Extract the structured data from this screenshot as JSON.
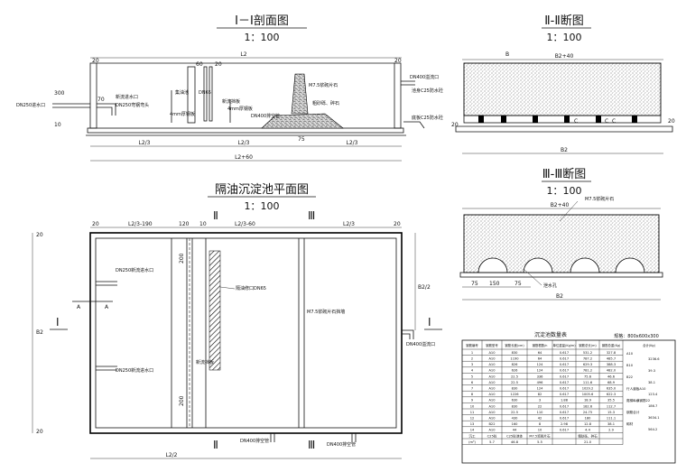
{
  "titles": {
    "sec1": "Ⅰ－Ⅰ剖面图",
    "sec1_scale": "1：100",
    "sec2": "Ⅱ-Ⅱ断图",
    "sec2_scale": "1：100",
    "plan": "隔油沉淀池平面图",
    "plan_scale": "1：100",
    "sec3": "Ⅲ-Ⅲ断图",
    "sec3_scale": "1：100"
  },
  "section1": {
    "inlet_left": "DN250进水口",
    "new_inlet": "新流进水口",
    "elbow": "DN250弯钢弯头",
    "collect_pool": "集油池",
    "steel_plate1": "4mm厚钢板",
    "new_baffle": "新流挡板",
    "steel_plate2": "4mm厚钢板",
    "drain": "DN400排空管",
    "masonry": "M7.5浆砌片石",
    "gravel": "粗砂砾、碎石",
    "overflow": "DN400溢流口",
    "c25_concrete1": "池身C25防水砼",
    "c25_concrete2": "底板C25防水砼",
    "dim_top": "L2",
    "dim_l2_3": "L2/3",
    "dim_l2_3b": "L2/3",
    "dim_l2_3c": "L2/3",
    "dim_total": "L2+60",
    "dim_20a": "20",
    "dim_20b": "20",
    "dim_60": "60",
    "dim_20c": "20",
    "dim_20d": "20",
    "dim_70": "70",
    "dim_75": "75",
    "dim_300": "300",
    "dim_10": "10",
    "dim_dn65": "DN65"
  },
  "section2": {
    "dim_top": "B2+40",
    "dim_bottom": "B2",
    "label_b": "B",
    "label_c1": "C",
    "label_c2": "C",
    "label_c3": "C",
    "dim_20a": "20",
    "dim_20b": "20"
  },
  "plan": {
    "dims_top": [
      "20",
      "L2/3-190",
      "120",
      "10",
      "L2/3-60",
      "L2/3",
      "20"
    ],
    "marker_ii": "Ⅱ",
    "marker_iii": "Ⅲ",
    "marker_i": "Ⅰ",
    "inlet_a": "A",
    "inlet1": "DN250新流进水口",
    "inlet2": "DN250新流进水口",
    "oil_outlet": "隔油修口DN65",
    "masonry_wall": "M7.5浆砌片石挡墙",
    "new_baffle": "新流挡板",
    "overflow": "DN400溢流口",
    "drain1": "DN400排空管",
    "drain2": "DN400排空管",
    "dim_bottom": "L2/2",
    "dim_right": "B2/2",
    "dim_left": "B2",
    "dim_200a": "200",
    "dim_200b": "200",
    "dim_20a": "20",
    "dim_20b": "20"
  },
  "section3": {
    "dim_top": "B2+40",
    "masonry": "M7.5浆砌片石",
    "drain_hole": "泄水孔",
    "dims_bottom": [
      "75",
      "150",
      "75"
    ],
    "dim_total": "B2"
  },
  "table": {
    "title": "沉淀池数量表",
    "note": "规格：800x600x300",
    "headers": [
      "钢筋编号",
      "钢筋型号",
      "钢筋长度(cm)",
      "钢筋根数/n",
      "单位重量(Kg/m)",
      "钢筋总长(m)",
      "钢筋总重(Kg)",
      "合计(Kg)"
    ],
    "rows": [
      [
        "1",
        "A10",
        "830",
        "64",
        "0.617",
        "531.2",
        "327.8",
        ""
      ],
      [
        "2",
        "A10",
        "1190",
        "64",
        "0.617",
        "787.2",
        "485.7",
        ""
      ],
      [
        "3",
        "A10",
        "826",
        "124",
        "0.617",
        "629.3",
        "388.3",
        ""
      ],
      [
        "4",
        "A10",
        "626",
        "124",
        "0.617",
        "781.2",
        "482.0",
        ""
      ],
      [
        "5",
        "A10",
        "22.5",
        "336",
        "0.617",
        "75.6",
        "46.6",
        ""
      ],
      [
        "6",
        "A10",
        "22.5",
        "496",
        "0.617",
        "111.6",
        "68.9",
        ""
      ],
      [
        "7",
        "A10",
        "830",
        "124",
        "0.617",
        "1029.2",
        "635.0",
        ""
      ],
      [
        "8",
        "A10",
        "1226",
        "82",
        "0.617",
        "1005.6",
        "622.3",
        ""
      ],
      [
        "9",
        "A10",
        "630",
        "3",
        "1.88",
        "18.9",
        "35.5",
        ""
      ],
      [
        "10",
        "A10",
        "830",
        "22",
        "0.617",
        "182.6",
        "112.7",
        ""
      ],
      [
        "11",
        "A10",
        "22.5",
        "110",
        "0.617",
        "24.75",
        "15.3",
        ""
      ],
      [
        "12",
        "A10",
        "430",
        "42",
        "0.617",
        "180",
        "111.1",
        ""
      ],
      [
        "13",
        "B22",
        "160",
        "8",
        "2.98",
        "12.8",
        "38.1",
        ""
      ],
      [
        "14",
        "A10",
        "44",
        "10",
        "0.617",
        "4.4",
        "2.9",
        ""
      ]
    ],
    "footer_rows": [
      [
        "沉工",
        "C25砼",
        "C25砼池体",
        "M7.5浆砌片石",
        "",
        "粗砂砾、碎石",
        "",
        ""
      ],
      [
        "(m³)",
        "5.7",
        "46.8",
        "5.5",
        "",
        "21.0",
        "",
        ""
      ]
    ],
    "totals": [
      "A10",
      "3236.6",
      "B10",
      "39.3",
      "B22",
      "38.1",
      "行人道板A10",
      "123.4",
      "爬梯纵横钢筋22",
      "186.7",
      "钢筋合计",
      "3634.1",
      "砌材",
      "564.2"
    ]
  }
}
